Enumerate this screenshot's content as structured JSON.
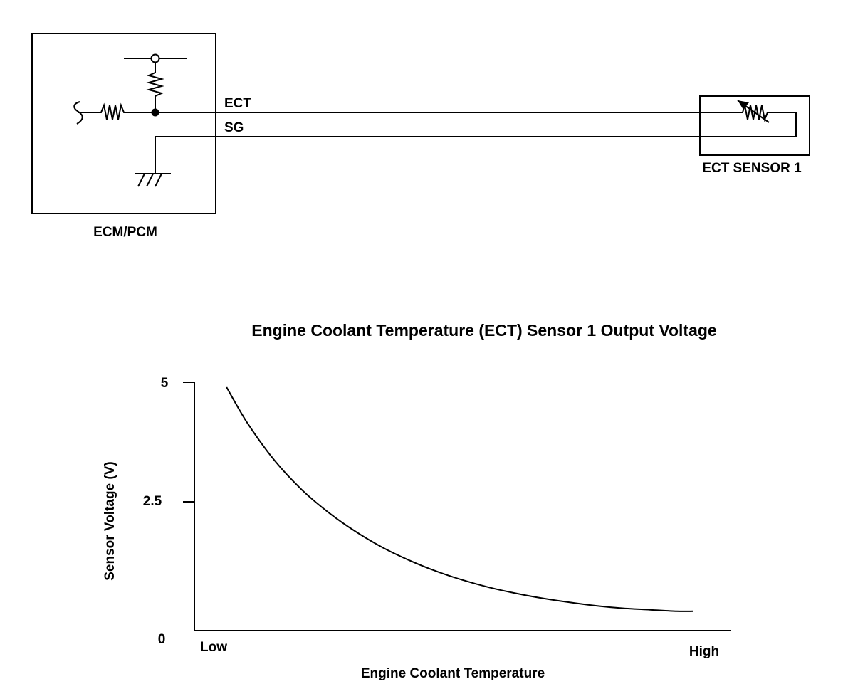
{
  "circuit": {
    "ecm_label": "ECM/PCM",
    "sensor_label": "ECT SENSOR 1",
    "wire_ect_label": "ECT",
    "wire_sg_label": "SG",
    "icons": [
      "resistor-icon",
      "variable-resistor-icon",
      "ground-icon",
      "pullup-terminal-icon",
      "input-wave-icon",
      "junction-dot-icon"
    ]
  },
  "chart_data": {
    "type": "line",
    "title": "Engine Coolant Temperature (ECT) Sensor 1 Output Voltage",
    "xlabel": "Engine Coolant Temperature",
    "ylabel": "Sensor Voltage (V)",
    "x_tick_labels": [
      "Low",
      "High"
    ],
    "y_ticks": [
      "5",
      "2.5",
      "0"
    ],
    "ylim": [
      0,
      5
    ],
    "xlim": [
      0,
      1
    ],
    "series": [
      {
        "x": [
          0.06,
          0.1,
          0.15,
          0.2,
          0.25,
          0.3,
          0.35,
          0.4,
          0.45,
          0.5,
          0.55,
          0.6,
          0.65,
          0.7,
          0.75,
          0.8,
          0.85,
          0.9,
          0.93
        ],
        "values": [
          4.9,
          4.16,
          3.42,
          2.84,
          2.38,
          2.0,
          1.68,
          1.42,
          1.2,
          1.02,
          0.87,
          0.75,
          0.65,
          0.57,
          0.5,
          0.45,
          0.42,
          0.39,
          0.39
        ]
      }
    ],
    "grid": false
  }
}
